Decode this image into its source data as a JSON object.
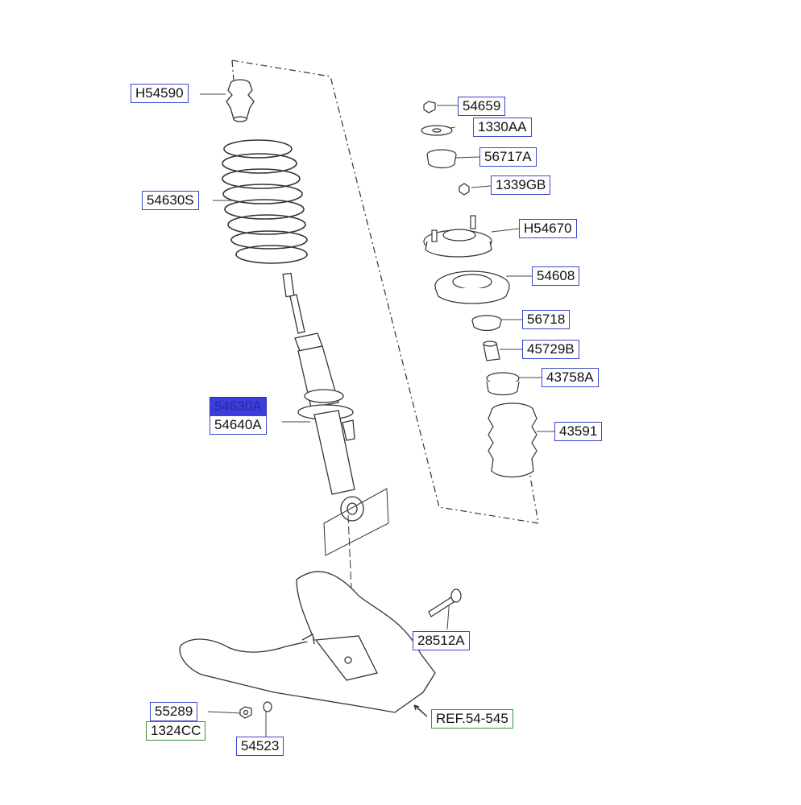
{
  "diagram": {
    "title": "",
    "colors": {
      "part_label_border": "#3a47c9",
      "ref_label_border": "#3c8f3c",
      "selected_fill": "#3d3dde",
      "line": "#333333"
    },
    "labels": {
      "bump_stopper": "H54590",
      "coil_spring": "54630S",
      "strut_assy": "54630A",
      "strut_assy_alt": "54640A",
      "nut": "54659",
      "washer": "1330AA",
      "dust_cover_cap": "56717A",
      "nut_small": "1339GB",
      "insulator_assy": "H54670",
      "spring_seat": "54608",
      "bearing": "56718",
      "spacer": "45729B",
      "bump_rubber": "43758A",
      "dust_cover": "43591",
      "bolt": "28512A",
      "nut_lower": "55289",
      "nut_lower_alt": "1324CC",
      "washer_lower": "54523",
      "ref_lower_arm": "REF.54-545"
    }
  }
}
